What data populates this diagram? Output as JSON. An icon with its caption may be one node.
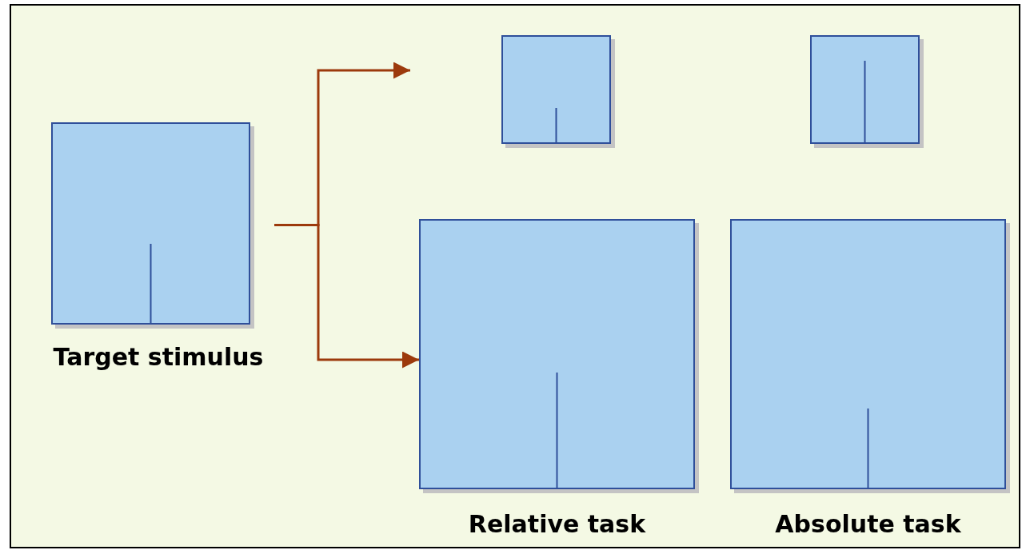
{
  "diagram": {
    "nodes": [
      {
        "text": [
          "Target stimulus"
        ]
      },
      {
        "text": [],
        "shape": "box"
      },
      {
        "text": [],
        "shape": "box"
      },
      {
        "text": [
          "Relative task"
        ]
      },
      {
        "text": [
          "Absolute task"
        ]
      }
    ],
    "edges": [
      {
        "from": 0,
        "to": null,
        "arrow": "to"
      },
      {
        "from": 0,
        "to": 3,
        "arrow": "to"
      }
    ]
  }
}
